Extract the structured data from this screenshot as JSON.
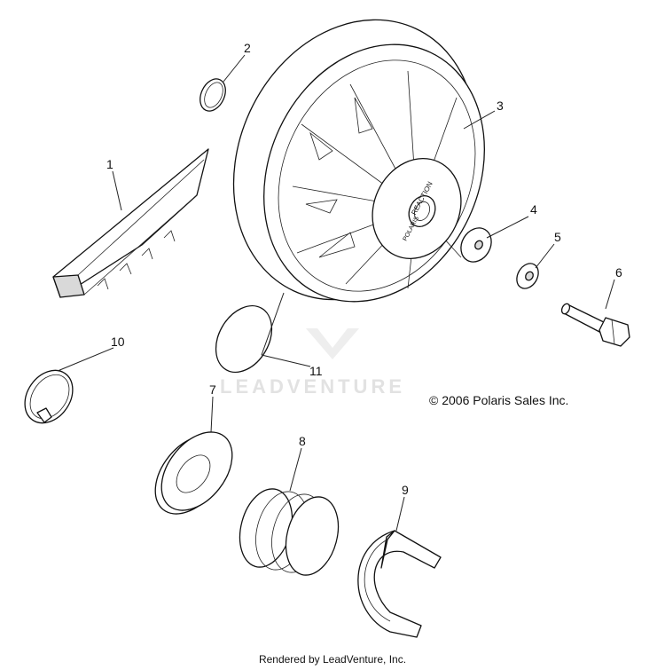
{
  "watermark": {
    "text": "LEADVENTURE"
  },
  "copyright": "© 2006 Polaris Sales Inc.",
  "footer": "Rendered by LeadVenture, Inc.",
  "clutch_marks": {
    "brand": "REACTION",
    "logo": "POLARIS"
  },
  "callouts": [
    {
      "label": "1"
    },
    {
      "label": "2"
    },
    {
      "label": "3"
    },
    {
      "label": "4"
    },
    {
      "label": "5"
    },
    {
      "label": "6"
    },
    {
      "label": "7"
    },
    {
      "label": "8"
    },
    {
      "label": "9"
    },
    {
      "label": "10"
    },
    {
      "label": "11"
    }
  ]
}
